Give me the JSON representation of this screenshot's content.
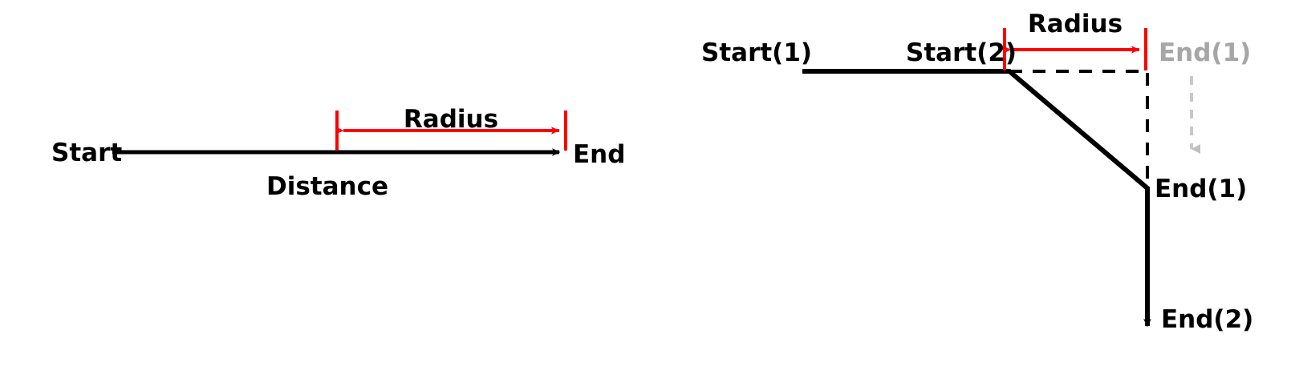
{
  "figure": {
    "title": "Radius and distance along a two-segment path",
    "background": "#ffffff",
    "colors": {
      "line": "#000000",
      "dimension": "#ff0000",
      "ghost": "#a6a6a6"
    }
  },
  "panels": [
    {
      "id": "left",
      "name": "single-segment-panel",
      "labels": {
        "start": "Start",
        "end": "End",
        "radius": "Radius",
        "distance": "Distance"
      }
    },
    {
      "id": "right",
      "name": "two-segment-panel",
      "labels": {
        "start1": "Start(1)",
        "start2": "Start(2)",
        "radius": "Radius",
        "end1_ghost": "End(1)",
        "end1": "End(1)",
        "end2": "End(2)"
      }
    }
  ],
  "chart_data": {
    "type": "diagram",
    "title": "Radius and distance along a two-segment path",
    "panels": [
      {
        "id": "left",
        "elements": [
          {
            "kind": "arrow",
            "name": "distance-arrow",
            "from": [
              140,
              190
            ],
            "to": [
              705,
              190
            ],
            "color": "#000000",
            "label": "Distance"
          },
          {
            "kind": "dimension",
            "name": "radius-dimension",
            "from": [
              420,
              163
            ],
            "to": [
              705,
              163
            ],
            "color": "#ff0000",
            "label": "Radius"
          },
          {
            "kind": "text",
            "name": "start-label",
            "text": "Start",
            "at": [
              64,
              200
            ]
          },
          {
            "kind": "text",
            "name": "end-label",
            "text": "End",
            "at": [
              715,
              202
            ]
          },
          {
            "kind": "text",
            "name": "distance-label",
            "text": "Distance",
            "at": [
              348,
              242
            ]
          },
          {
            "kind": "text",
            "name": "radius-label",
            "text": "Radius",
            "at": [
              492,
              158
            ]
          }
        ]
      },
      {
        "id": "right",
        "elements": [
          {
            "kind": "polyline",
            "name": "path-solid",
            "points": [
              [
                1000,
                89
              ],
              [
                1258,
                89
              ],
              [
                1430,
                235
              ],
              [
                1430,
                415
              ]
            ],
            "color": "#000000",
            "arrow_at_end": true
          },
          {
            "kind": "polyline",
            "name": "path-original-dashed",
            "points": [
              [
                1258,
                89
              ],
              [
                1430,
                89
              ],
              [
                1430,
                235
              ]
            ],
            "color": "#000000",
            "dashed": true
          },
          {
            "kind": "dimension",
            "name": "radius-dimension",
            "from": [
              1252,
              62
            ],
            "to": [
              1428,
              62
            ],
            "color": "#ff0000",
            "label": "Radius"
          },
          {
            "kind": "arrow",
            "name": "shift-arrow",
            "from": [
              1485,
              95
            ],
            "to": [
              1485,
              198
            ],
            "color": "#a6a6a6",
            "dashed": true
          },
          {
            "kind": "text",
            "name": "start1-label",
            "text": "Start(1)",
            "at": [
              875,
              75
            ]
          },
          {
            "kind": "text",
            "name": "start2-label",
            "text": "Start(2)",
            "at": [
              1130,
              75
            ]
          },
          {
            "kind": "text",
            "name": "radius-label",
            "text": "Radius",
            "at": [
              1285,
              40
            ]
          },
          {
            "kind": "text",
            "name": "end1-ghost-label",
            "text": "End(1)",
            "at": [
              1445,
              75
            ],
            "color": "#a6a6a6"
          },
          {
            "kind": "text",
            "name": "end1-label",
            "text": "End(1)",
            "at": [
              1440,
              245
            ]
          },
          {
            "kind": "text",
            "name": "end2-label",
            "text": "End(2)",
            "at": [
              1448,
              408
            ]
          }
        ]
      }
    ]
  }
}
